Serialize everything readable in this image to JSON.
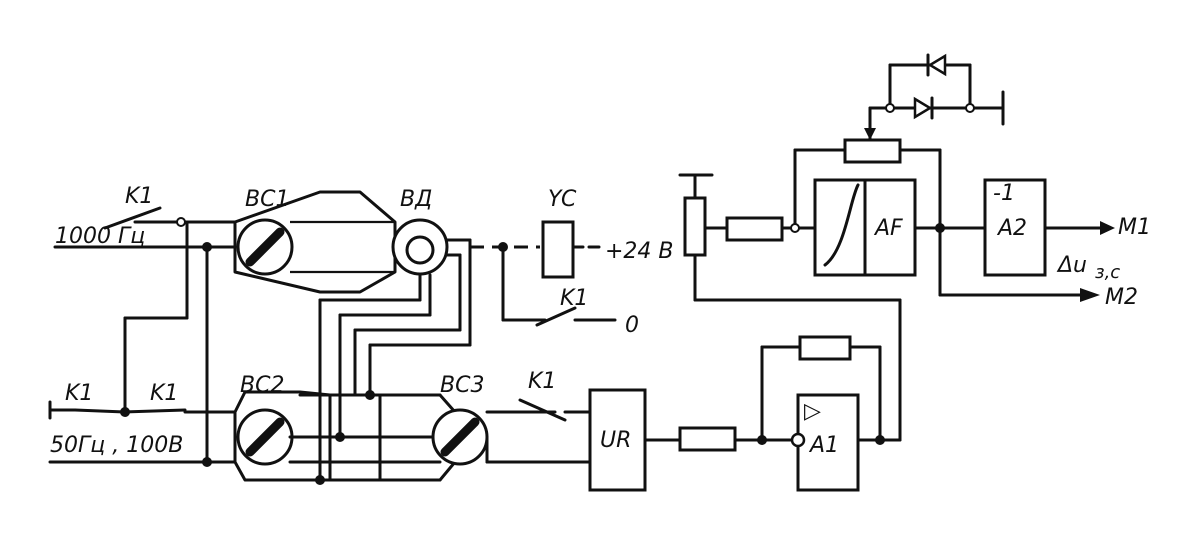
{
  "labels": {
    "k1": "K1",
    "f1000": "1000 Гц",
    "f50": "50Гц , 100В",
    "bc1": "ВС1",
    "bc2": "ВС2",
    "bc3": "ВС3",
    "bd": "ВД",
    "yc": "YC",
    "plus24": "+24 В",
    "zero": "0",
    "ur": "UR",
    "af": "AF",
    "a1": "A1",
    "a2": "A2",
    "minus1": "-1",
    "m1": "M1",
    "m2": "M2",
    "du": "Δu",
    "du_sub": "з,с",
    "amp_symbol": "▷"
  }
}
